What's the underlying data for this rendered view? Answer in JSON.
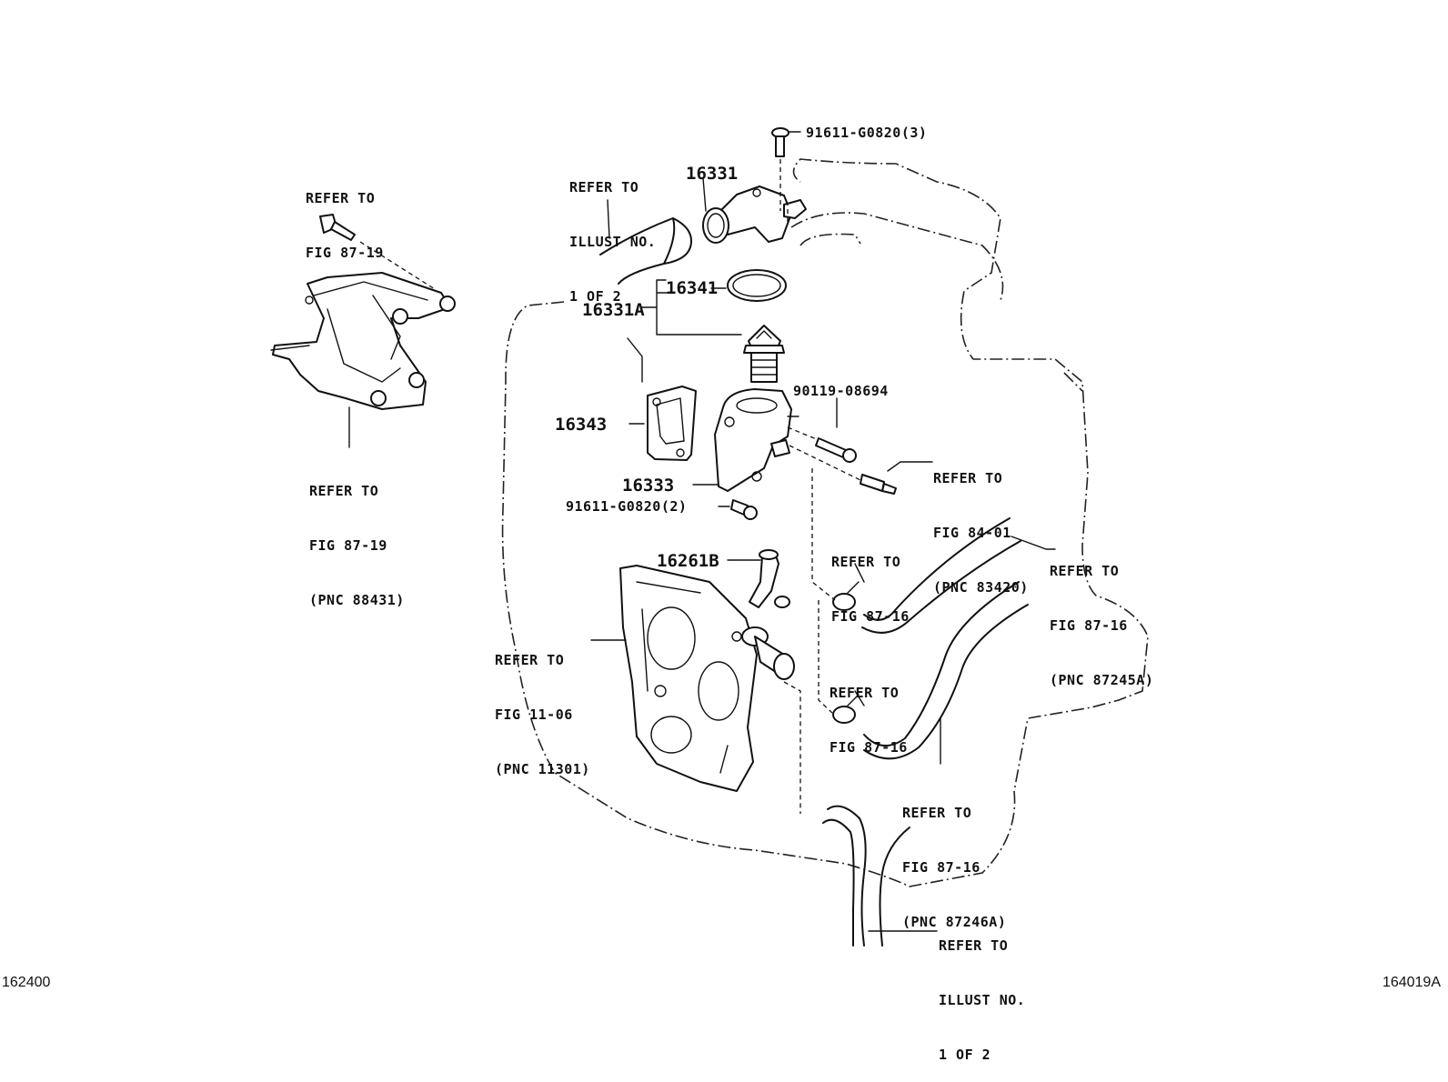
{
  "parts": {
    "p16331": "16331",
    "p16341": "16341",
    "p16331A": "16331A",
    "p16343": "16343",
    "p16333": "16333",
    "p16261B": "16261B",
    "bolt_top": "91611-G0820(3)",
    "bolt_mid": "91611-G0820(2)",
    "bolt_side": "90119-08694"
  },
  "refs": {
    "ref_fig8719_top": [
      "REFER TO",
      "FIG 87-19"
    ],
    "ref_fig8719_bottom": [
      "REFER TO",
      "FIG 87-19",
      "(PNC 88431)"
    ],
    "ref_illust_top": [
      "REFER TO",
      "ILLUST NO.",
      "1 OF 2"
    ],
    "ref_fig8401": [
      "REFER TO",
      "FIG 84-01",
      "(PNC 83420)"
    ],
    "ref_fig8716_a": [
      "REFER TO",
      "FIG 87-16"
    ],
    "ref_fig8716_pnc87245a": [
      "REFER TO",
      "FIG 87-16",
      "(PNC 87245A)"
    ],
    "ref_fig1106": [
      "REFER TO",
      "FIG 11-06",
      "(PNC 11301)"
    ],
    "ref_fig8716_b": [
      "REFER TO",
      "FIG 87-16"
    ],
    "ref_fig8716_pnc87246a": [
      "REFER TO",
      "FIG 87-16",
      "(PNC 87246A)"
    ],
    "ref_illust_bottom": [
      "REFER TO",
      "ILLUST NO.",
      "1 OF 2"
    ]
  },
  "footer": {
    "left_code": "162400",
    "right_code": "164019A"
  }
}
